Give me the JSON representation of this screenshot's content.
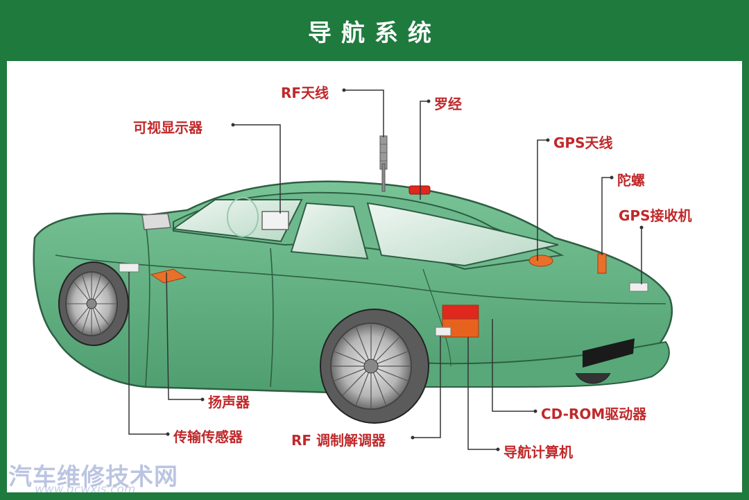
{
  "title": "导航系统",
  "labels": {
    "rf_antenna": "RF天线",
    "compass": "罗经",
    "display": "可视显示器",
    "gps_antenna": "GPS天线",
    "gyro": "陀螺",
    "gps_receiver": "GPS接收机",
    "speaker": "扬声器",
    "sensor": "传输传感器",
    "rf_modem": "RF 调制解调器",
    "cdrom": "CD-ROM驱动器",
    "nav_computer": "导航计算机"
  },
  "watermark": {
    "text": "汽车维修技术网",
    "url": "www.qcwxjs.com"
  },
  "colors": {
    "frame": "#1f7a3e",
    "label": "#c0282a",
    "car_body": "#5fb081",
    "component": "#e85a1a"
  }
}
